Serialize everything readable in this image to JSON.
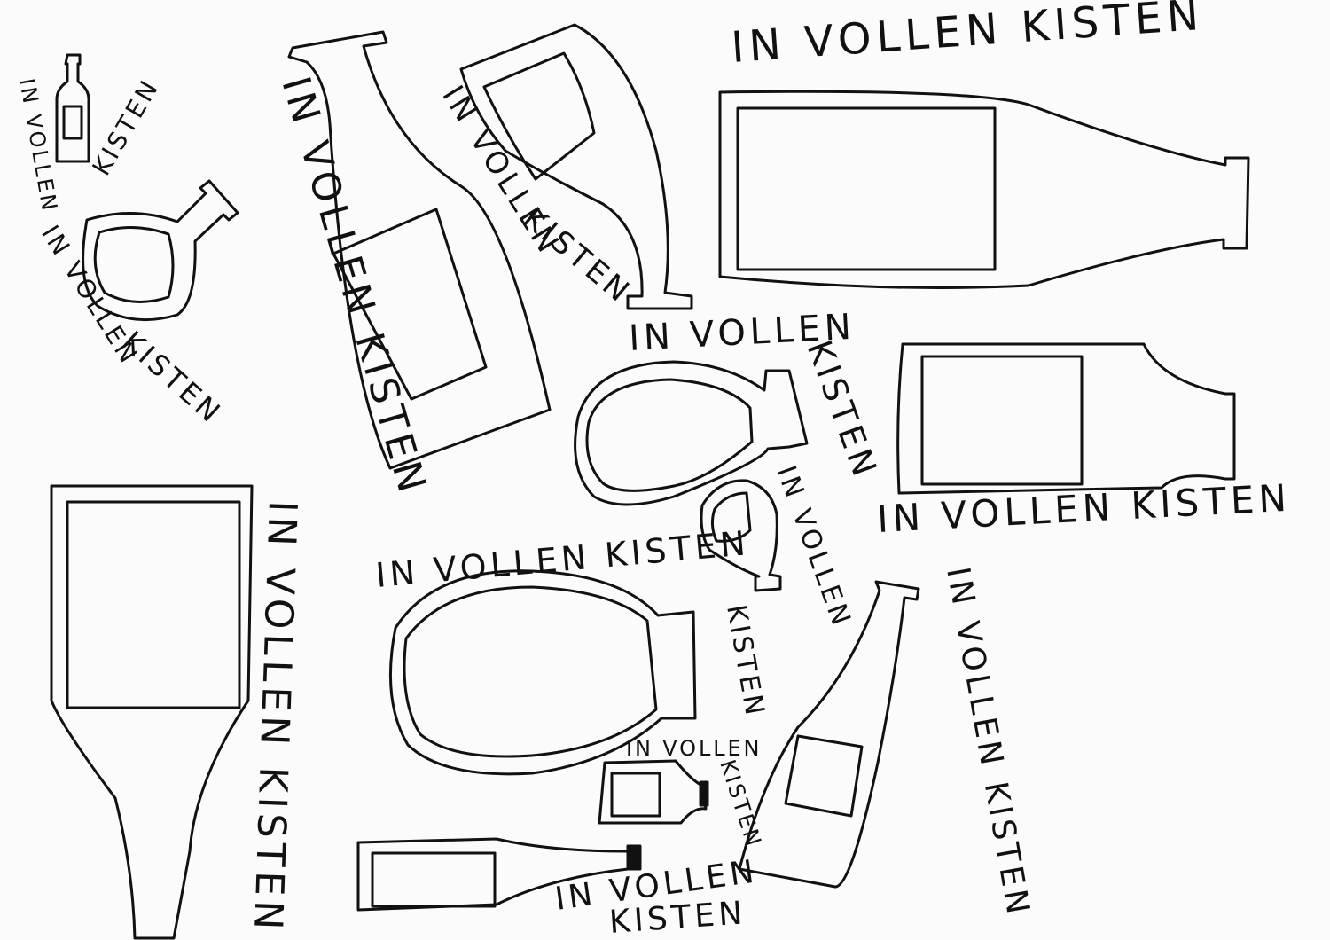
{
  "phrase": "IN VOLLEN KISTEN",
  "line_in_vollen": "IN VOLLEN",
  "word_in": "IN",
  "word_vollen": "VOLLEN",
  "word_kisten": "KISTEN",
  "colors": {
    "ink": "#111111",
    "paper": "#fbfbfb"
  }
}
